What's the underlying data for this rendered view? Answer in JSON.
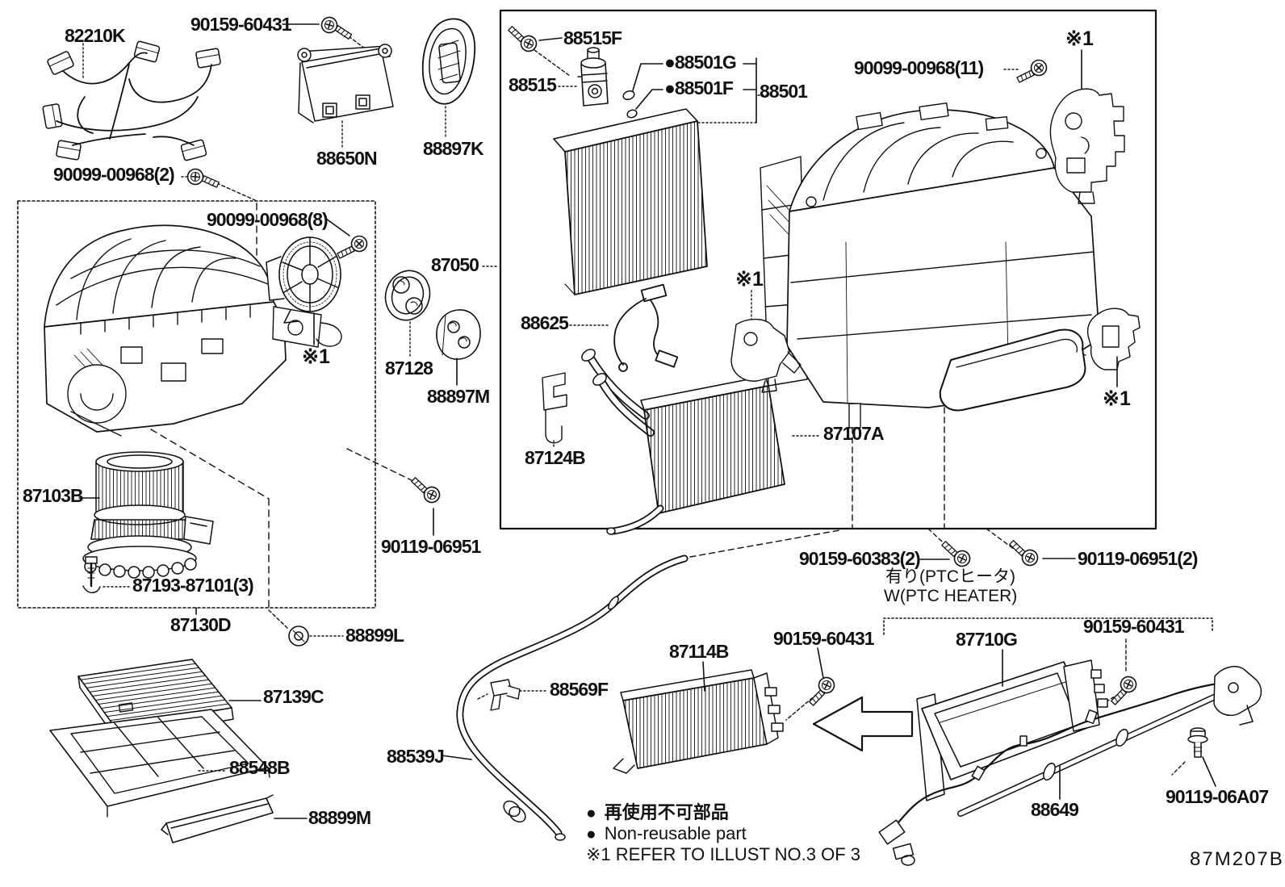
{
  "figure_code": "87M207B",
  "legend": {
    "bullet": "●",
    "jp": "再使用不可部品",
    "en": "Non-reusable part",
    "ref": "※1 REFER TO ILLUST NO.3 OF 3"
  },
  "ptc": {
    "jp": "有り(PTCヒータ)",
    "en": "W(PTC HEATER)"
  },
  "callouts": [
    {
      "id": "82210K",
      "text": "82210K"
    },
    {
      "id": "90159-60431-top",
      "text": "90159-60431"
    },
    {
      "id": "88650N",
      "text": "88650N"
    },
    {
      "id": "88897K",
      "text": "88897K"
    },
    {
      "id": "90099-00968-2",
      "text": "90099-00968(2)"
    },
    {
      "id": "88515F",
      "text": "88515F"
    },
    {
      "id": "88515",
      "text": "88515"
    },
    {
      "id": "88501G",
      "text": "●88501G"
    },
    {
      "id": "88501F",
      "text": "●88501F"
    },
    {
      "id": "88501",
      "text": "88501"
    },
    {
      "id": "90099-00968-11",
      "text": "90099-00968(11)"
    },
    {
      "id": "ref1-top-right",
      "text": "※1"
    },
    {
      "id": "90099-00968-8",
      "text": "90099-00968(8)"
    },
    {
      "id": "ref1-left-box",
      "text": "※1"
    },
    {
      "id": "87050",
      "text": "87050"
    },
    {
      "id": "87128",
      "text": "87128"
    },
    {
      "id": "88897M",
      "text": "88897M"
    },
    {
      "id": "88625",
      "text": "88625"
    },
    {
      "id": "ref1-center",
      "text": "※1"
    },
    {
      "id": "87124B",
      "text": "87124B"
    },
    {
      "id": "87107A",
      "text": "87107A"
    },
    {
      "id": "ref1-right",
      "text": "※1"
    },
    {
      "id": "87103B",
      "text": "87103B"
    },
    {
      "id": "90119-06951",
      "text": "90119-06951"
    },
    {
      "id": "87193-87101-3",
      "text": "87193-87101(3)"
    },
    {
      "id": "87130D",
      "text": "87130D"
    },
    {
      "id": "88899L",
      "text": "88899L"
    },
    {
      "id": "87139C",
      "text": "87139C"
    },
    {
      "id": "88548B",
      "text": "88548B"
    },
    {
      "id": "88899M",
      "text": "88899M"
    },
    {
      "id": "88539J",
      "text": "88539J"
    },
    {
      "id": "88569F",
      "text": "88569F"
    },
    {
      "id": "87114B",
      "text": "87114B"
    },
    {
      "id": "90159-60431-center",
      "text": "90159-60431"
    },
    {
      "id": "90159-60383-2",
      "text": "90159-60383(2)"
    },
    {
      "id": "90119-06951-2",
      "text": "90119-06951(2)"
    },
    {
      "id": "87710G",
      "text": "87710G"
    },
    {
      "id": "90159-60431-right",
      "text": "90159-60431"
    },
    {
      "id": "88649",
      "text": "88649"
    },
    {
      "id": "90119-06A07",
      "text": "90119-06A07"
    }
  ]
}
